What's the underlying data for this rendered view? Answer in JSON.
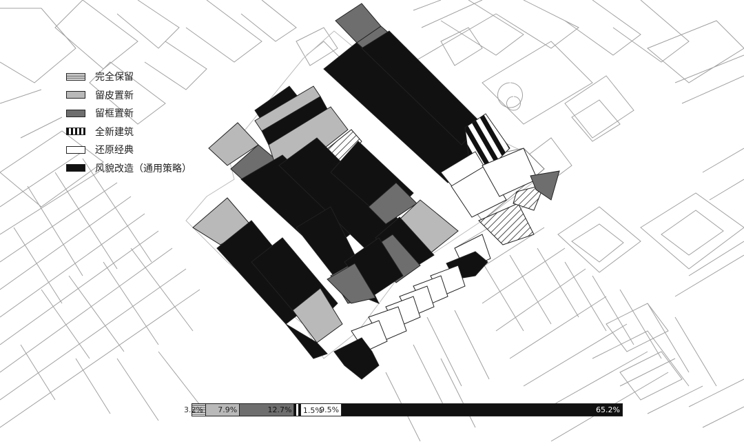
{
  "legend": {
    "items": [
      {
        "key": "keep",
        "label": "完全保留"
      },
      {
        "key": "facade",
        "label": "留皮置新"
      },
      {
        "key": "frame",
        "label": "留框置新"
      },
      {
        "key": "new",
        "label": "全新建筑"
      },
      {
        "key": "restore",
        "label": "还原经典"
      },
      {
        "key": "style",
        "label": "风貌改造（通用策略）"
      }
    ]
  },
  "share_bar": {
    "segments": [
      {
        "key": "keep",
        "value": 3.2,
        "label": "3.2%"
      },
      {
        "key": "facade",
        "value": 7.9,
        "label": "7.9%"
      },
      {
        "key": "frame",
        "value": 12.7,
        "label": "12.7%"
      },
      {
        "key": "new",
        "value": 1.5,
        "label": "1.5%"
      },
      {
        "key": "restore",
        "value": 9.5,
        "label": "9.5%"
      },
      {
        "key": "style",
        "value": 65.2,
        "label": "65.2%"
      }
    ]
  },
  "colors": {
    "keep": "#ffffff",
    "facade": "#b9b9b9",
    "frame": "#6e6e6e",
    "new": "#111111",
    "restore": "#ffffff",
    "style": "#111111",
    "context_lines": "#9a9a9a"
  }
}
